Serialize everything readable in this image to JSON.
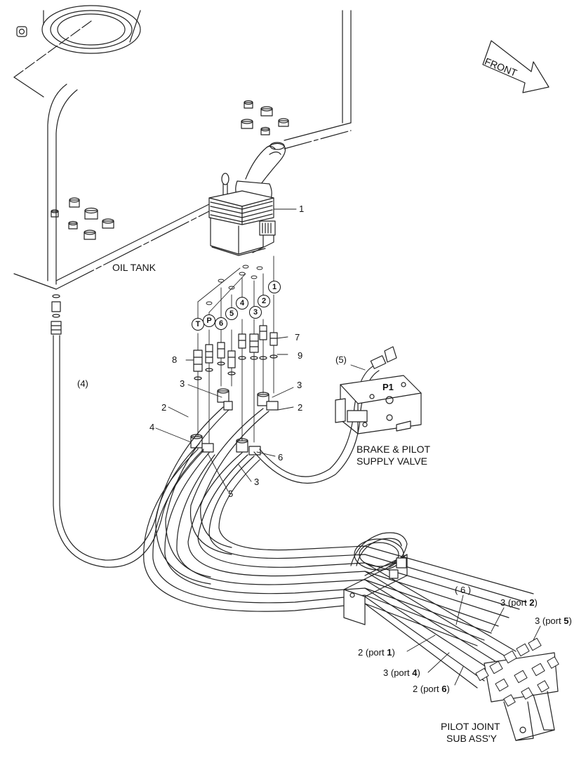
{
  "labels": {
    "front": "FRONT",
    "oil_tank": "OIL TANK",
    "brake_valve_line1": "BRAKE & PILOT",
    "brake_valve_line2": "SUPPLY VALVE",
    "p1": "P1",
    "pilot_joint_line1": "PILOT JOINT",
    "pilot_joint_line2": "SUB ASS'Y",
    "hose_4": "(4)",
    "hose_5": "(5)",
    "hose_6": "( 6 )"
  },
  "port_markers": [
    "T",
    "P",
    "6",
    "5",
    "4",
    "3",
    "2",
    "1"
  ],
  "callouts": {
    "c1": "1",
    "c7": "7",
    "c8": "8",
    "c9": "9",
    "c3a": "3",
    "c3b": "3",
    "c3c": "3",
    "c2a": "2",
    "c2b": "2",
    "c4": "4",
    "c5": "5",
    "c6": "6"
  },
  "port_hoses": [
    {
      "id": "3",
      "text": "(port ",
      "port": "2",
      "close": ")"
    },
    {
      "id": "3",
      "text": "(port ",
      "port": "5",
      "close": ")"
    },
    {
      "id": "2",
      "text": "(port ",
      "port": "1",
      "close": ")"
    },
    {
      "id": "3",
      "text": "(port ",
      "port": "4",
      "close": ")"
    },
    {
      "id": "2",
      "text": "(port ",
      "port": "6",
      "close": ")"
    }
  ]
}
